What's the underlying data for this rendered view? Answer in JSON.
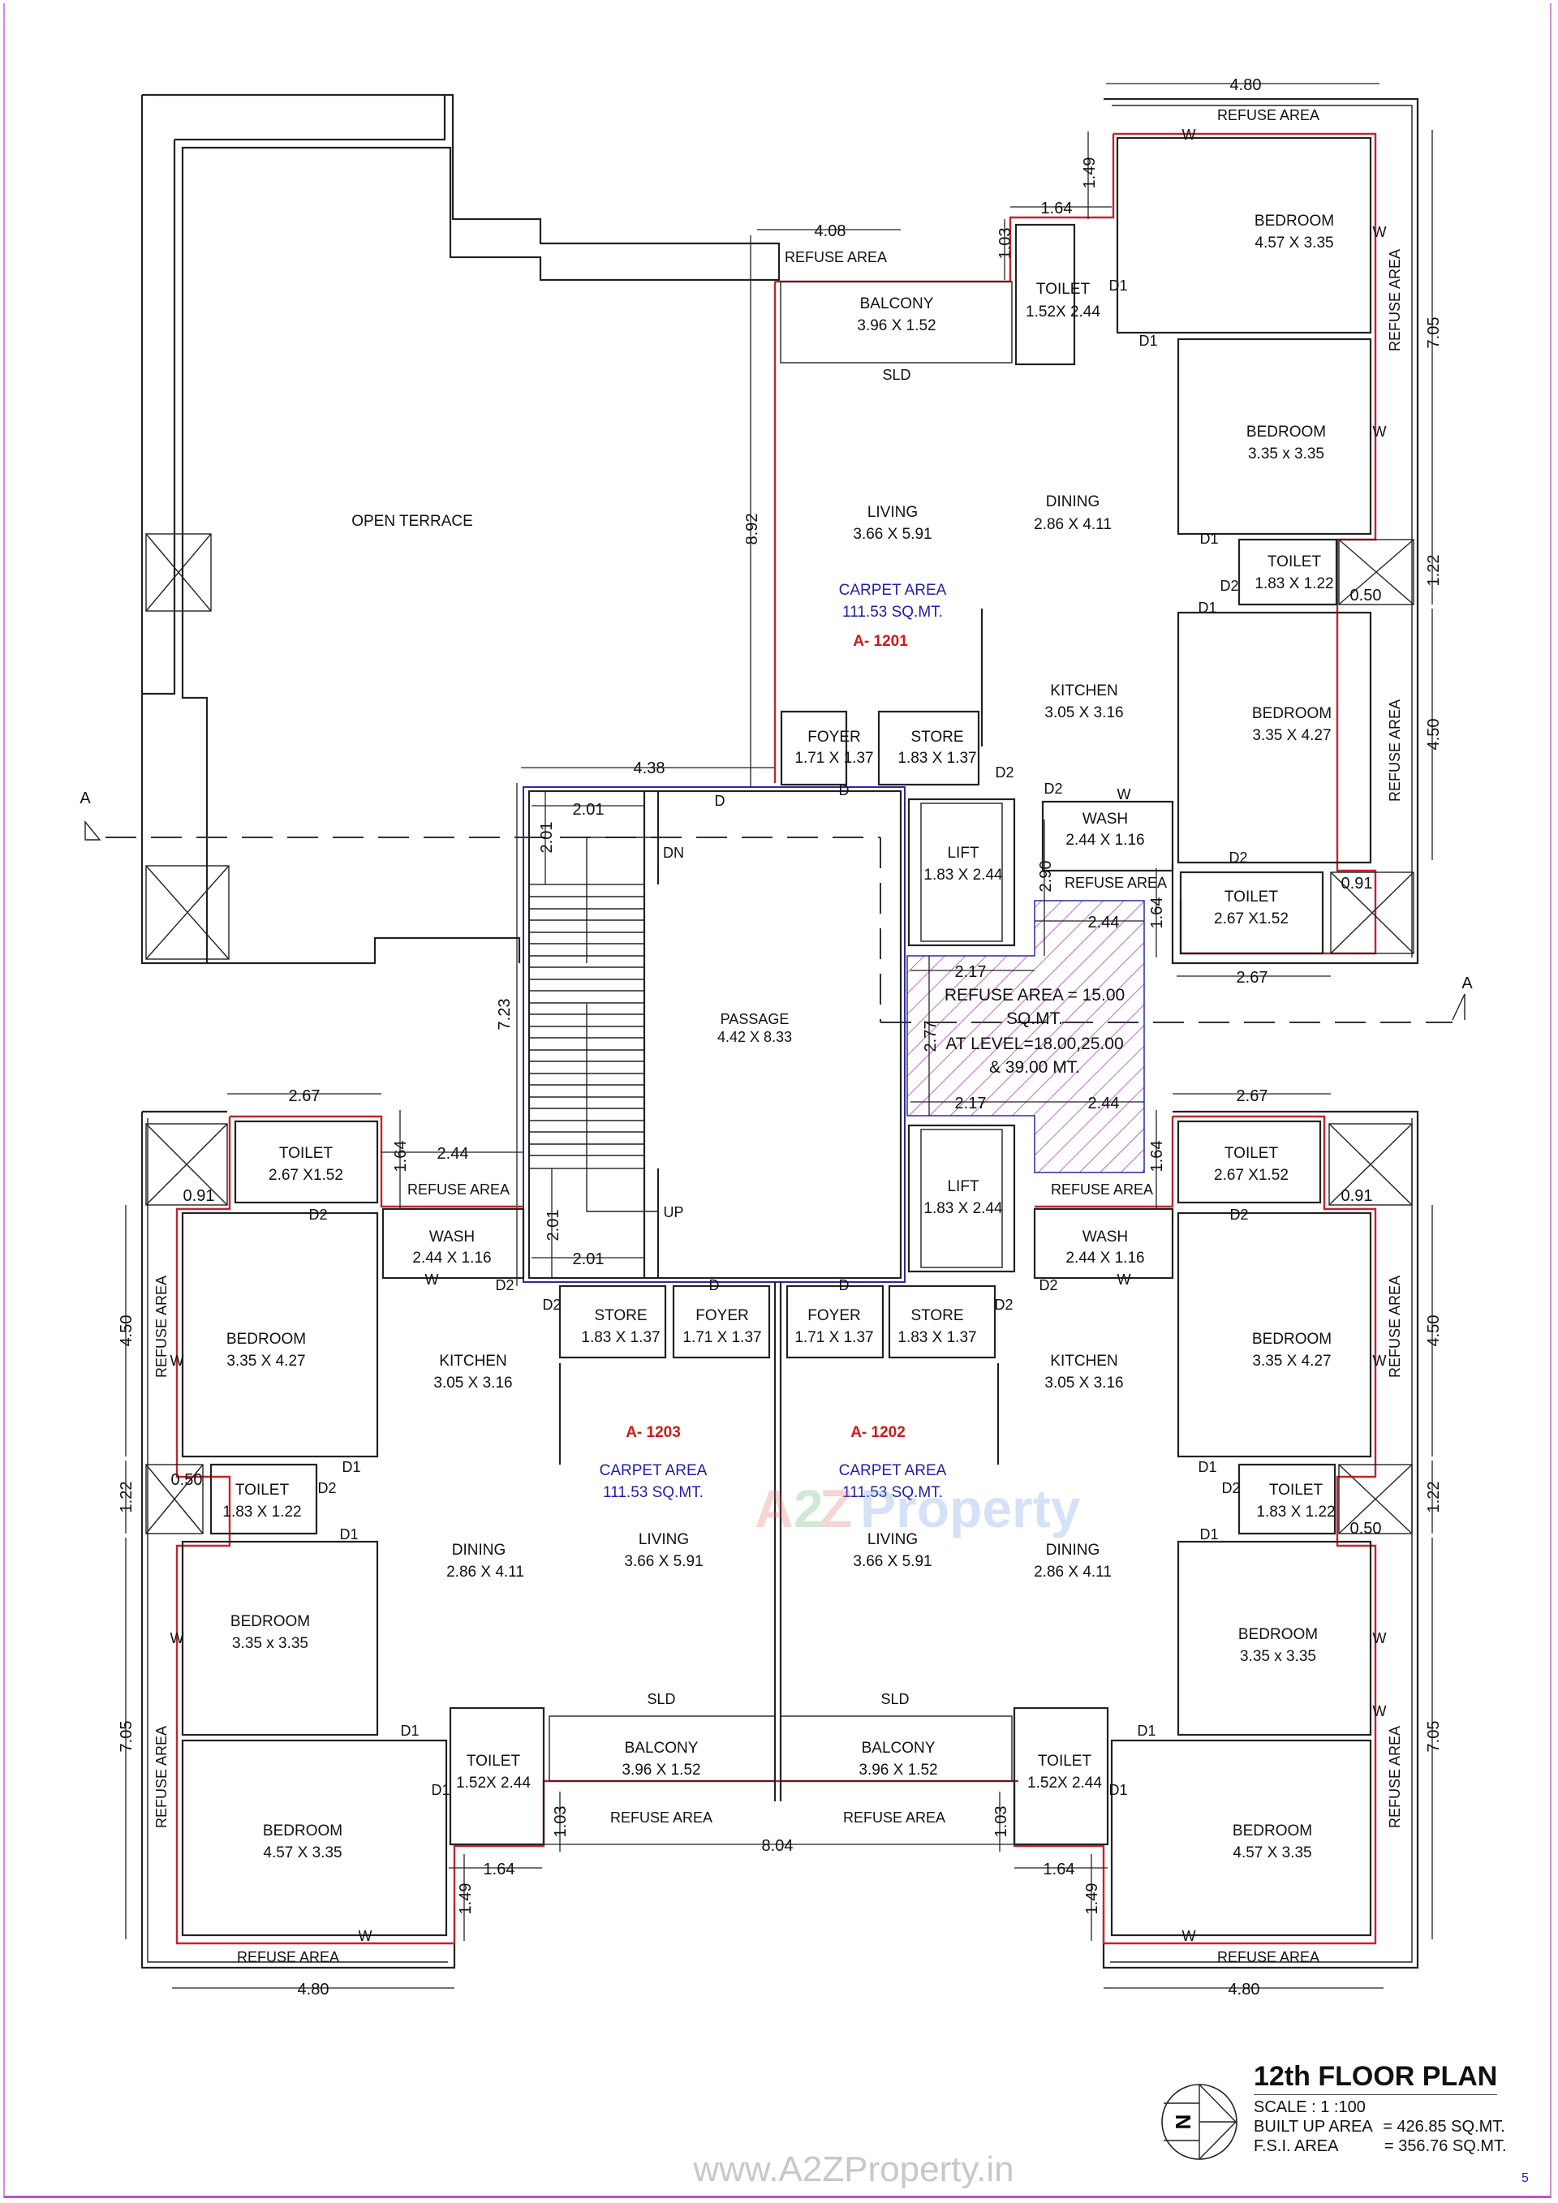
{
  "title_block": {
    "title": "12th FLOOR PLAN",
    "scale": "SCALE : 1 :100",
    "built_up_label": "BUILT UP AREA",
    "built_up_value": "= 426.85 SQ.MT.",
    "fsi_label": "F.S.I. AREA",
    "fsi_value": "= 356.76 SQ.MT.",
    "north_label": "N",
    "page_number": "5"
  },
  "watermarks": {
    "brand_a": "A",
    "brand_2": "2",
    "brand_z": "Z",
    "brand_property": "Property",
    "url": "www.A2ZProperty.in"
  },
  "section_marker": {
    "left": "A",
    "right": "A"
  },
  "terrace": {
    "label": "OPEN TERRACE"
  },
  "core": {
    "passage": {
      "name": "PASSAGE",
      "size": "4.42 X 8.33"
    },
    "lift_top": {
      "name": "LIFT",
      "size": "1.83 X 2.44"
    },
    "lift_bottom": {
      "name": "LIFT",
      "size": "1.83 X 2.44"
    },
    "stair_dn": "DN",
    "stair_up": "UP",
    "refuse_note": {
      "line1": "REFUSE AREA = 15.00",
      "line2": "SQ.MT.",
      "line3": "AT LEVEL=18.00,25.00",
      "line4": "& 39.00 MT."
    }
  },
  "flats": {
    "a1201": {
      "id": "A- 1201",
      "carpet_label": "CARPET AREA",
      "carpet_value": "111.53 SQ.MT.",
      "rooms": {
        "bedroom1": {
          "name": "BEDROOM",
          "size": "4.57 X 3.35"
        },
        "bedroom2": {
          "name": "BEDROOM",
          "size": "3.35 x 3.35"
        },
        "bedroom3": {
          "name": "BEDROOM",
          "size": "3.35 X 4.27"
        },
        "toilet1": {
          "name": "TOILET",
          "size": "1.52X 2.44"
        },
        "toilet2": {
          "name": "TOILET",
          "size": "1.83 X 1.22"
        },
        "toilet3": {
          "name": "TOILET",
          "size": "2.67 X1.52"
        },
        "balcony": {
          "name": "BALCONY",
          "size": "3.96 X 1.52"
        },
        "living": {
          "name": "LIVING",
          "size": "3.66 X 5.91"
        },
        "dining": {
          "name": "DINING",
          "size": "2.86 X 4.11"
        },
        "kitchen": {
          "name": "KITCHEN",
          "size": "3.05 X 3.16"
        },
        "foyer": {
          "name": "FOYER",
          "size": "1.71 X 1.37"
        },
        "store": {
          "name": "STORE",
          "size": "1.83 X 1.37"
        },
        "wash": {
          "name": "WASH",
          "size": "2.44 X 1.16"
        }
      }
    },
    "a1203": {
      "id": "A- 1203",
      "carpet_label": "CARPET AREA",
      "carpet_value": "111.53 SQ.MT.",
      "rooms": {
        "bedroom1": {
          "name": "BEDROOM",
          "size": "4.57 X 3.35"
        },
        "bedroom2": {
          "name": "BEDROOM",
          "size": "3.35 x 3.35"
        },
        "bedroom3": {
          "name": "BEDROOM",
          "size": "3.35 X 4.27"
        },
        "toilet1": {
          "name": "TOILET",
          "size": "1.52X 2.44"
        },
        "toilet2": {
          "name": "TOILET",
          "size": "1.83 X 1.22"
        },
        "toilet3": {
          "name": "TOILET",
          "size": "2.67 X1.52"
        },
        "balcony": {
          "name": "BALCONY",
          "size": "3.96 X 1.52"
        },
        "living": {
          "name": "LIVING",
          "size": "3.66 X 5.91"
        },
        "dining": {
          "name": "DINING",
          "size": "2.86 X 4.11"
        },
        "kitchen": {
          "name": "KITCHEN",
          "size": "3.05 X 3.16"
        },
        "foyer": {
          "name": "FOYER",
          "size": "1.71 X 1.37"
        },
        "store": {
          "name": "STORE",
          "size": "1.83 X 1.37"
        },
        "wash": {
          "name": "WASH",
          "size": "2.44 X 1.16"
        }
      }
    },
    "a1202": {
      "id": "A- 1202",
      "carpet_label": "CARPET AREA",
      "carpet_value": "111.53 SQ.MT.",
      "rooms": {
        "bedroom1": {
          "name": "BEDROOM",
          "size": "4.57 X 3.35"
        },
        "bedroom2": {
          "name": "BEDROOM",
          "size": "3.35 x 3.35"
        },
        "bedroom3": {
          "name": "BEDROOM",
          "size": "3.35 X 4.27"
        },
        "toilet1": {
          "name": "TOILET",
          "size": "1.52X 2.44"
        },
        "toilet2": {
          "name": "TOILET",
          "size": "1.83 X 1.22"
        },
        "toilet3": {
          "name": "TOILET",
          "size": "2.67 X1.52"
        },
        "balcony": {
          "name": "BALCONY",
          "size": "3.96 X 1.52"
        },
        "living": {
          "name": "LIVING",
          "size": "3.66 X 5.91"
        },
        "dining": {
          "name": "DINING",
          "size": "2.86 X 4.11"
        },
        "kitchen": {
          "name": "KITCHEN",
          "size": "3.05 X 3.16"
        },
        "foyer": {
          "name": "FOYER",
          "size": "1.71 X 1.37"
        },
        "store": {
          "name": "STORE",
          "size": "1.83 X 1.37"
        },
        "wash": {
          "name": "WASH",
          "size": "2.44 X 1.16"
        }
      }
    }
  },
  "labels": {
    "refuse_area": "REFUSE AREA",
    "sld": "SLD",
    "door_d": "D",
    "door_d1": "D1",
    "door_d2": "D2",
    "window_w": "W"
  },
  "dimensions": {
    "d_480": "4.80",
    "d_408": "4.08",
    "d_164": "1.64",
    "d_149": "1.49",
    "d_103": "1.03",
    "d_705": "7.05",
    "d_122": "1.22",
    "d_450": "4.50",
    "d_050": "0.50",
    "d_091": "0.91",
    "d_267": "2.67",
    "d_290": "2.90",
    "d_244": "2.44",
    "d_217": "2.17",
    "d_277": "2.77",
    "d_892": "8.92",
    "d_438": "4.38",
    "d_201": "2.01",
    "d_723": "7.23",
    "d_804": "8.04"
  }
}
